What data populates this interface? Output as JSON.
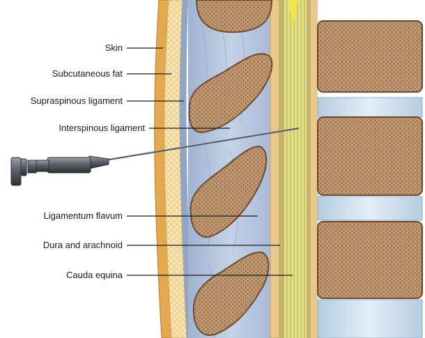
{
  "labels": {
    "skin": "Skin",
    "subcutaneous_fat": "Subcutaneous fat",
    "supraspinous_ligament": "Supraspinous ligament",
    "interspinous_ligament": "Interspinous ligament",
    "ligamentum_flavum": "Ligamentum flavum",
    "dura_and_arachnoid": "Dura and arachnoid",
    "cauda_equina": "Cauda equina"
  },
  "colors": {
    "skin": "#e9b25b",
    "fat": "#f3dca4",
    "ligament": "#aebfd8",
    "bone": "#b88c65",
    "bone_dark": "#8a6142",
    "disc": "#c9dbe9",
    "cauda": "#e2e07a",
    "dura": "#cfbf6a",
    "needle": "#5a5e66"
  }
}
